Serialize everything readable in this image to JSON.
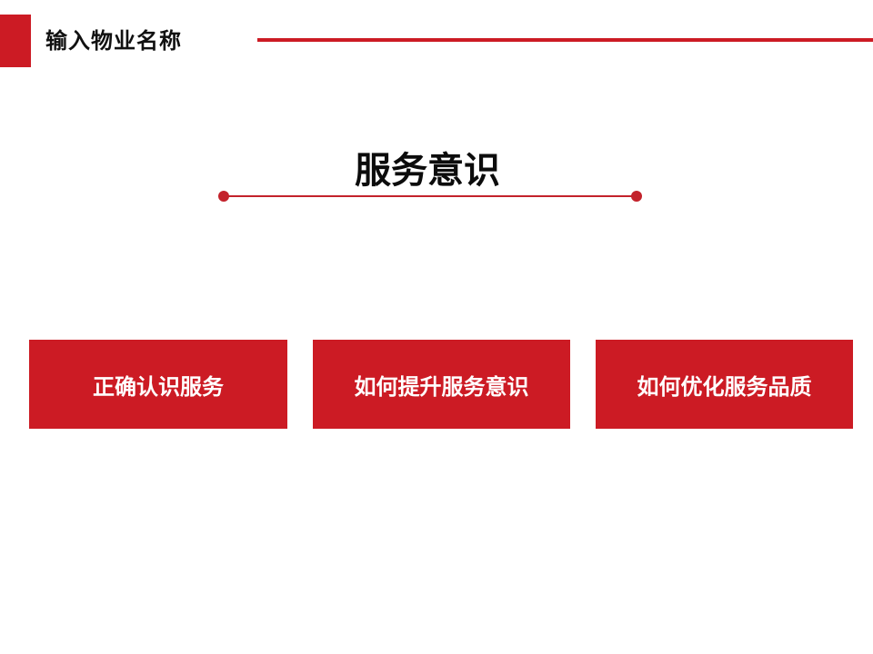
{
  "header": {
    "title": "输入物业名称",
    "accent_color": "#cc1b24"
  },
  "section": {
    "title": "服务意识"
  },
  "topics": [
    {
      "label": "正确认识服务"
    },
    {
      "label": "如何提升服务意识"
    },
    {
      "label": "如何优化服务品质"
    }
  ],
  "colors": {
    "primary_red": "#cc1b24",
    "divider_red": "#c3222b",
    "text_dark": "#111111",
    "background": "#ffffff"
  }
}
